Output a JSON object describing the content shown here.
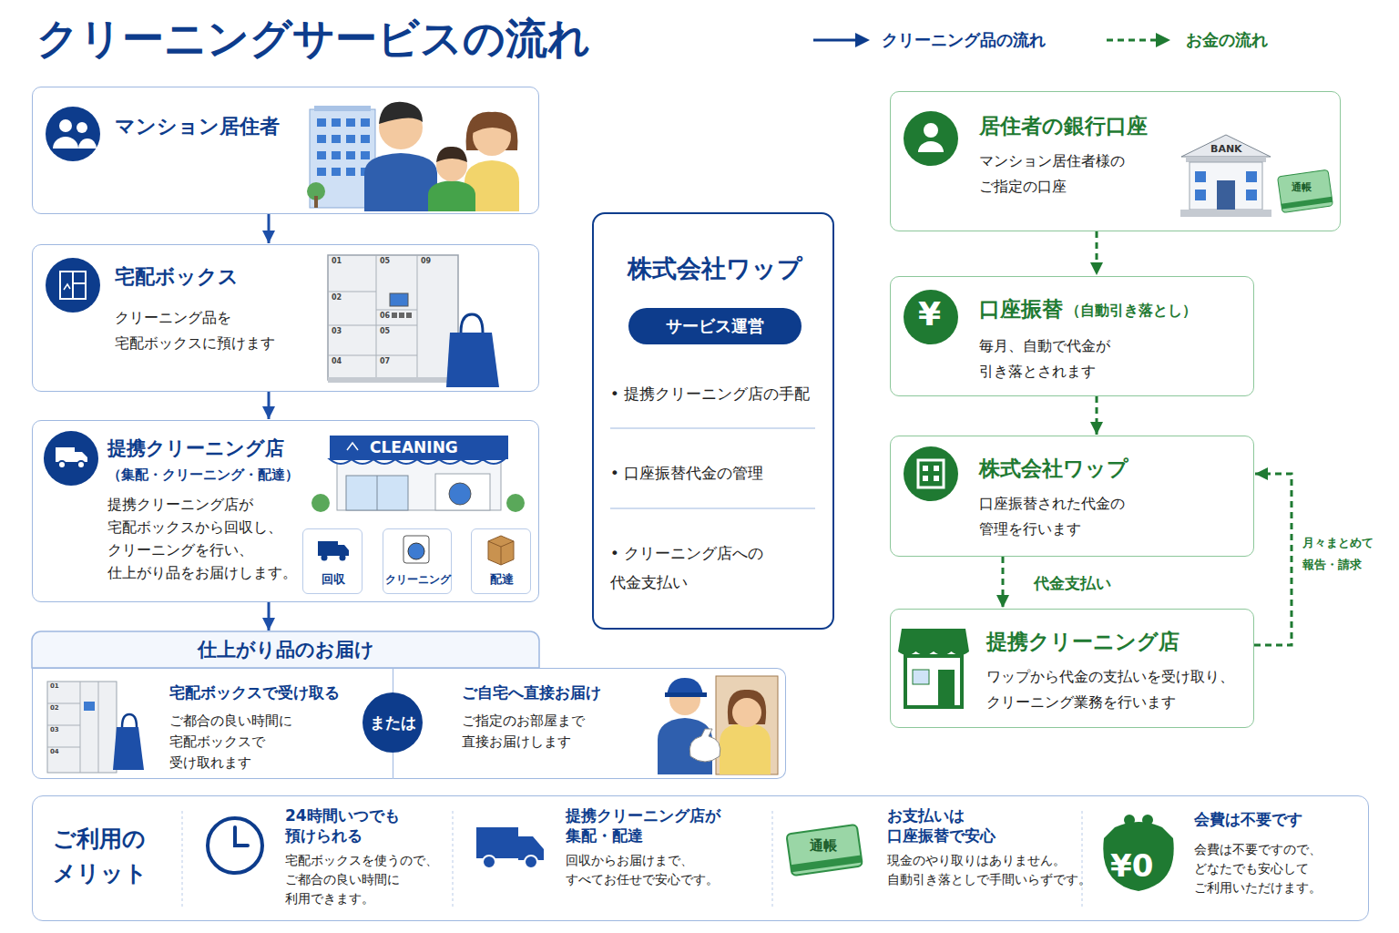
{
  "diagram": {
    "title": "クリーニングサービスの流れ",
    "nodes": [
      {
        "text": [
          "マンション居住者"
        ]
      },
      {
        "text": [
          "宅配ボックス",
          "クリーニング品を 宅配ボックスに預けます"
        ]
      },
      {
        "text": [
          "提携クリーニング店",
          "（集配・クリーニング・配達）",
          "提携クリーニング店が 宅配ボックスから回収し、 クリーニングを行い、 仕上がり品をお届けします。"
        ]
      },
      {
        "text": [
          "回収"
        ],
        "in": 2
      },
      {
        "text": [
          "クリーニング"
        ],
        "in": 2
      },
      {
        "text": [
          "配達"
        ],
        "in": 2
      },
      {
        "text": [
          "仕上がり品のお届け"
        ]
      },
      {
        "text": [
          "宅配ボックスで受け取る",
          "ご都合の良い時間に 宅配ボックスで 受け取れます"
        ],
        "in": 6
      },
      {
        "text": [
          "または"
        ],
        "in": 6
      },
      {
        "text": [
          "ご自宅へ直接お届け",
          "ご指定のお部屋まで 直接お届けします"
        ],
        "in": 6
      },
      {
        "text": [
          "株式会社ワップ",
          "• 提携クリーニング店の手配",
          "• 口座振替代金の管理",
          "• クリーニング店への 代金支払い"
        ]
      },
      {
        "text": [
          "サービス運営"
        ],
        "in": 10
      },
      {
        "text": [
          "居住者の銀行口座",
          "マンション居住者様の ご指定の口座"
        ]
      },
      {
        "text": [
          "口座振替",
          "（自動引き落とし）",
          "毎月、自動で代金が 引き落とされます"
        ]
      },
      {
        "text": [
          "株式会社ワップ",
          "口座振替された代金の 管理を行います"
        ]
      },
      {
        "text": [
          "提携クリーニング店",
          "ワップから代金の支払いを受け取り、 クリーニング業務を行います"
        ]
      },
      {
        "text": [
          "ご利用の メリット"
        ]
      },
      {
        "text": [
          "24時間いつでも 預けられる",
          "宅配ボックスを使うので、 ご都合の良い時間に 利用できます。"
        ],
        "in": 16
      },
      {
        "text": [
          "提携クリーニング店が 集配・配達",
          "回収からお届けまで、 すべてお任せで安心です。"
        ],
        "in": 16
      },
      {
        "text": [
          "お支払いは 口座振替で安心",
          "現金のやり取りはありません。 自動引き落としで手間いらずです。"
        ],
        "in": 16
      },
      {
        "text": [
          "会費は不要です",
          "会費は不要ですので、 どなたでも安心して ご利用いただけます。"
        ],
        "in": 16
      }
    ],
    "edges": [
      {
        "from": 0,
        "to": 1,
        "arrow": "to"
      },
      {
        "from": 1,
        "to": 2,
        "arrow": "to"
      },
      {
        "from": 2,
        "to": 6,
        "arrow": "to"
      },
      {
        "from": 3,
        "to": 4,
        "arrow": "to"
      },
      {
        "from": 4,
        "to": 5,
        "arrow": "to"
      },
      {
        "from": 12,
        "to": 13,
        "arrow": "to"
      },
      {
        "from": 13,
        "to": 14,
        "arrow": "to"
      },
      {
        "from": 14,
        "to": 15,
        "label": "代金支払い",
        "arrow": "to"
      },
      {
        "from": 15,
        "to": 14,
        "label": "月々まとめて 報告・請求",
        "arrow": "to"
      }
    ],
    "labels": [
      "BANK",
      "通帳",
      "¥",
      "01",
      "05",
      "09",
      "02",
      "06",
      "03",
      "05",
      "04",
      "07",
      "CLEANING",
      "01",
      "02",
      "03",
      "04",
      "通帳",
      "¥0"
    ],
    "legend": [
      {
        "text": "クリーニング品の流れ"
      },
      {
        "text": "お金の流れ"
      }
    ]
  }
}
